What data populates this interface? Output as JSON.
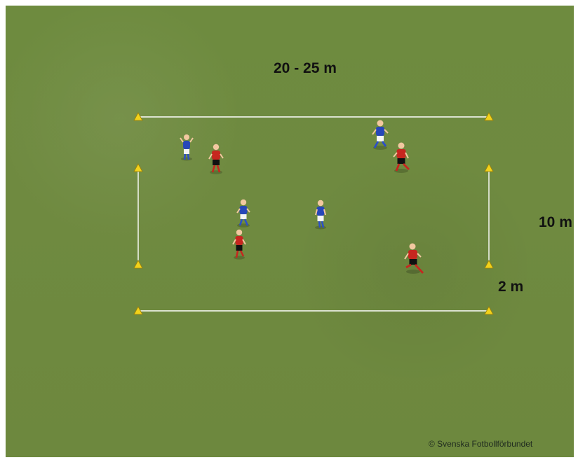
{
  "labels": {
    "width": "20 - 25 m",
    "height": "10 m",
    "gap": "2 m"
  },
  "copyright": "© Svenska Fotbollförbundet",
  "colors": {
    "grass": "#6f8a40",
    "line": "#ffffff",
    "cone": "#f2d21b",
    "blue_team": "#2747b8",
    "red_team": "#c6261f"
  },
  "icons": {
    "cone": "cone-icon",
    "blue_player": "blue-player-icon",
    "red_player": "red-player-icon"
  }
}
